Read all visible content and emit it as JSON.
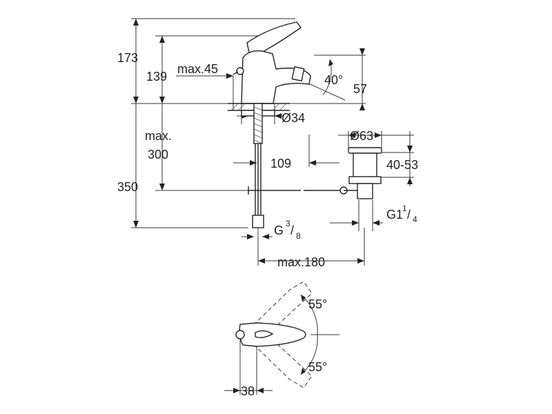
{
  "dimensions": {
    "height_173": "173",
    "height_139": "139",
    "reach_max45": "max.45",
    "angle_40": "40°",
    "height_57": "57",
    "diameter_34": "Ø34",
    "diameter_63": "Ø63",
    "max_label": "max.",
    "max_300": "300",
    "spacing_109": "109",
    "range_40_53": "40-53",
    "height_350": "350",
    "thread_g38_main": "G",
    "thread_g38_num": "3",
    "thread_g38_den": "8",
    "thread_g114_main": "G1",
    "thread_g114_num": "1",
    "thread_g114_den": "4",
    "reach_max180": "max.180",
    "angle_55_top": "55°",
    "angle_55_bottom": "55°",
    "width_38": "38"
  }
}
